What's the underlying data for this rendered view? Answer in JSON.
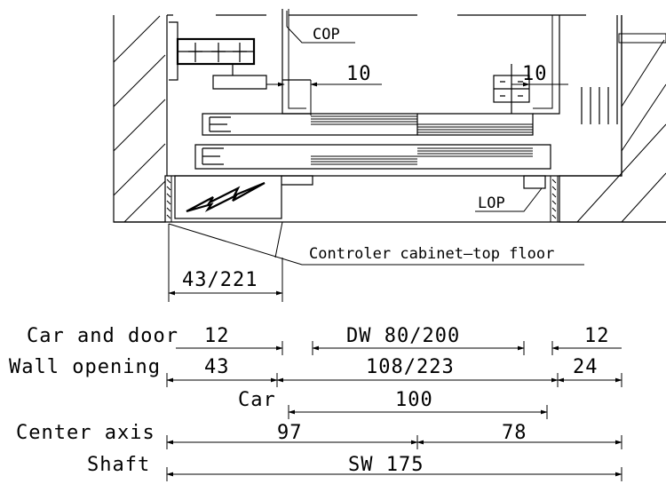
{
  "callouts": {
    "cop": "COP",
    "lop": "LOP",
    "gap_left": "10",
    "gap_right": "10",
    "cabinet": "Controler cabinet–top floor",
    "cabinet_width": "43/221"
  },
  "rows": {
    "car_door": {
      "label": "Car and door",
      "left": "12",
      "middle": "DW 80/200",
      "right": "12"
    },
    "wall_opening": {
      "label": "Wall opening",
      "left": "43",
      "middle": "108/223",
      "right": "24"
    },
    "car": {
      "label": "Car",
      "middle": "100"
    },
    "center_axis": {
      "label": "Center axis",
      "left": "97",
      "right": "78"
    },
    "shaft": {
      "label": "Shaft",
      "middle": "SW 175"
    }
  }
}
